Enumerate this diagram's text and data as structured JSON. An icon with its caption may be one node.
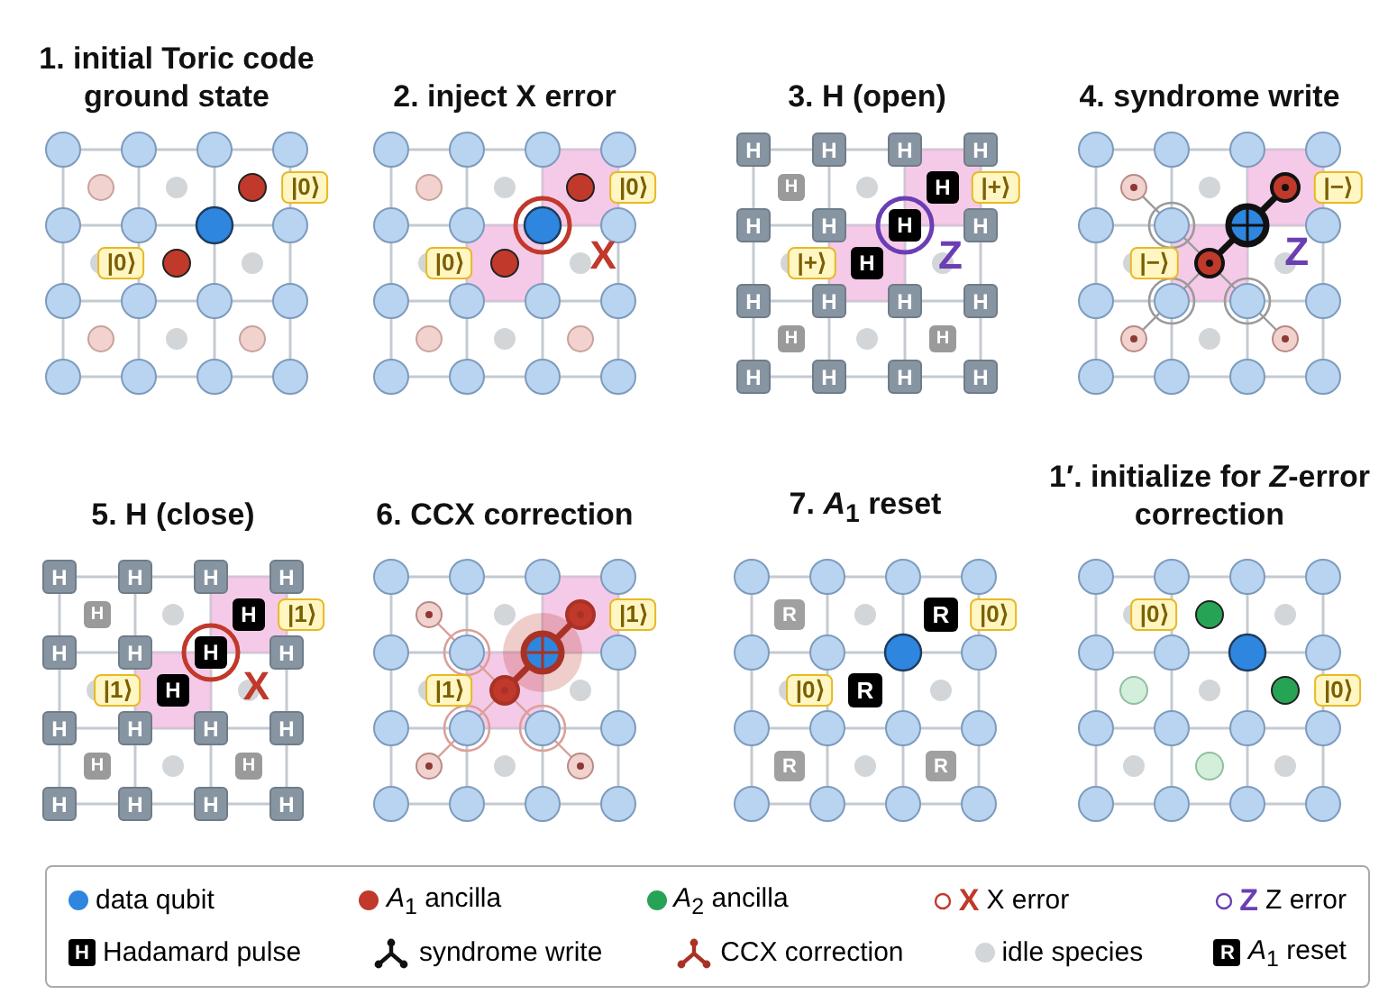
{
  "diagram": {
    "labels": [
      "1. initial Toric code ground state",
      "|0⟩",
      "|0⟩",
      "2. inject X error",
      "|0⟩",
      "|0⟩",
      "X",
      "3. H (open)",
      "H",
      "H",
      "H",
      "H",
      "H",
      "H",
      "|+⟩",
      "H",
      "H",
      "H",
      "H",
      "|+⟩",
      "H",
      "Z",
      "H",
      "H",
      "H",
      "H",
      "H",
      "H",
      "H",
      "H",
      "H",
      "H",
      "4. syndrome write",
      "|−⟩",
      "Z",
      "|−⟩",
      "5. H (close)",
      "H",
      "H",
      "H",
      "H",
      "H",
      "H",
      "|1⟩",
      "H",
      "H",
      "H",
      "H",
      "|1⟩",
      "H",
      "X",
      "H",
      "H",
      "H",
      "H",
      "H",
      "H",
      "H",
      "H",
      "H",
      "H",
      "6. CCX correction",
      "|1⟩",
      "|1⟩",
      "7. *A*$_{1}$ reset",
      "R",
      "R",
      "|0⟩",
      "|0⟩",
      "R",
      "R",
      "R",
      "1′. initialize for *Z*-error correction",
      "|0⟩",
      "|0⟩",
      "X",
      "Z",
      "H",
      "R"
    ],
    "legend": [
      {
        "text": "data qubit",
        "color": "#2e86de"
      },
      {
        "text": "*A*$_{1}$ ancilla",
        "color": "#c0392b"
      },
      {
        "text": "*A*$_{2}$ ancilla",
        "color": "#27a356"
      },
      {
        "text": "X error"
      },
      {
        "text": "Z error"
      },
      {
        "text": "Hadamard pulse"
      },
      {
        "text": "syndrome write"
      },
      {
        "text": "CCX correction"
      },
      {
        "text": "idle species",
        "color": "#d3d6d9"
      },
      {
        "text": "*A*$_{1}$ reset"
      }
    ]
  }
}
